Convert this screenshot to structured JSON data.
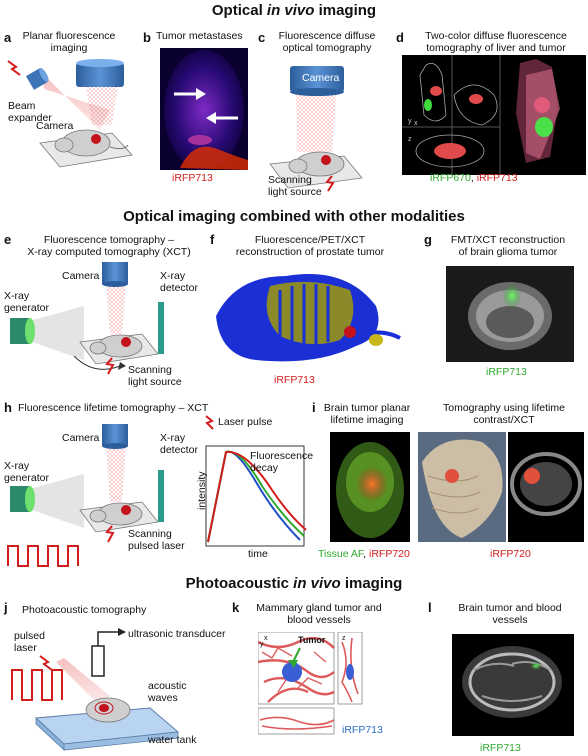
{
  "headings": {
    "optical_pre": "Optical ",
    "optical_em": "in vivo",
    "optical_post": " imaging",
    "combined": "Optical imaging combined with other modalities",
    "pa_pre": "Photoacoustic ",
    "pa_em": "in vivo",
    "pa_post": " imaging"
  },
  "panels": {
    "a": {
      "letter": "a",
      "title_1": "Planar fluorescence",
      "title_2": "imaging",
      "camera": "Camera",
      "beam_1": "Beam",
      "beam_2": "expander"
    },
    "b": {
      "letter": "b",
      "title": "Tumor metastases",
      "probe": "iRFP713"
    },
    "c": {
      "letter": "c",
      "title_1": "Fluorescence diffuse",
      "title_2": "optical tomography",
      "camera": "Camera",
      "source_1": "Scanning",
      "source_2": "light source"
    },
    "d": {
      "letter": "d",
      "title_1": "Two-color diffuse fluorescence",
      "title_2": "tomography of liver and tumor",
      "probe_green": "iRFP670",
      "probe_sep": ", ",
      "probe_red": "iRFP713",
      "ax_x": "x",
      "ax_y": "y",
      "ax_z": "z"
    },
    "e": {
      "letter": "e",
      "title_1": "Fluorescence tomography –",
      "title_2": "X-ray computed tomography (XCT)",
      "camera": "Camera",
      "gen_1": "X-ray",
      "gen_2": "generator",
      "det_1": "X-ray",
      "det_2": "detector",
      "source_1": "Scanning",
      "source_2": "light source"
    },
    "f": {
      "letter": "f",
      "title_1": "Fluorescence/PET/XCT",
      "title_2": "reconstruction of prostate tumor",
      "probe": "iRFP713"
    },
    "g": {
      "letter": "g",
      "title_1": "FMT/XCT reconstruction",
      "title_2": "of brain glioma tumor",
      "probe": "iRFP713"
    },
    "h": {
      "letter": "h",
      "title": "Fluorescence lifetime tomography – XCT",
      "camera": "Camera",
      "gen_1": "X-ray",
      "gen_2": "generator",
      "det_1": "X-ray",
      "det_2": "detector",
      "source_1": "Scanning",
      "source_2": "pulsed laser",
      "pulse": "Laser pulse",
      "decay_1": "Fluorescence",
      "decay_2": "decay",
      "ylabel": "intensity",
      "xlabel": "time"
    },
    "i": {
      "letter": "i",
      "left_1": "Brain tumor planar",
      "left_2": "lifetime imaging",
      "right_1": "Tomography using lifetime",
      "right_2": "contrast/XCT",
      "probe_left_green": "Tissue AF",
      "probe_left_sep": ", ",
      "probe_left_red": "iRFP720",
      "probe_right": "iRFP720"
    },
    "j": {
      "letter": "j",
      "title": "Photoacoustic tomography",
      "laser_1": "pulsed",
      "laser_2": "laser",
      "transducer": "ultrasonic transducer",
      "waves_1": "acoustic",
      "waves_2": "waves",
      "tank": "water tank"
    },
    "k": {
      "letter": "k",
      "title_1": "Mammary gland tumor and",
      "title_2": "blood vessels",
      "tumor": "Tumor",
      "probe": "iRFP713",
      "ax_x": "x",
      "ax_y": "y",
      "ax_z": "z"
    },
    "l": {
      "letter": "l",
      "title_1": "Brain tumor and blood",
      "title_2": "vessels",
      "probe": "iRFP713"
    }
  },
  "colors": {
    "red": "#d21b1b",
    "green": "#2ea82e",
    "blue": "#2b6fc2",
    "camera": "#4a7fc0",
    "beam": "#e88080"
  }
}
